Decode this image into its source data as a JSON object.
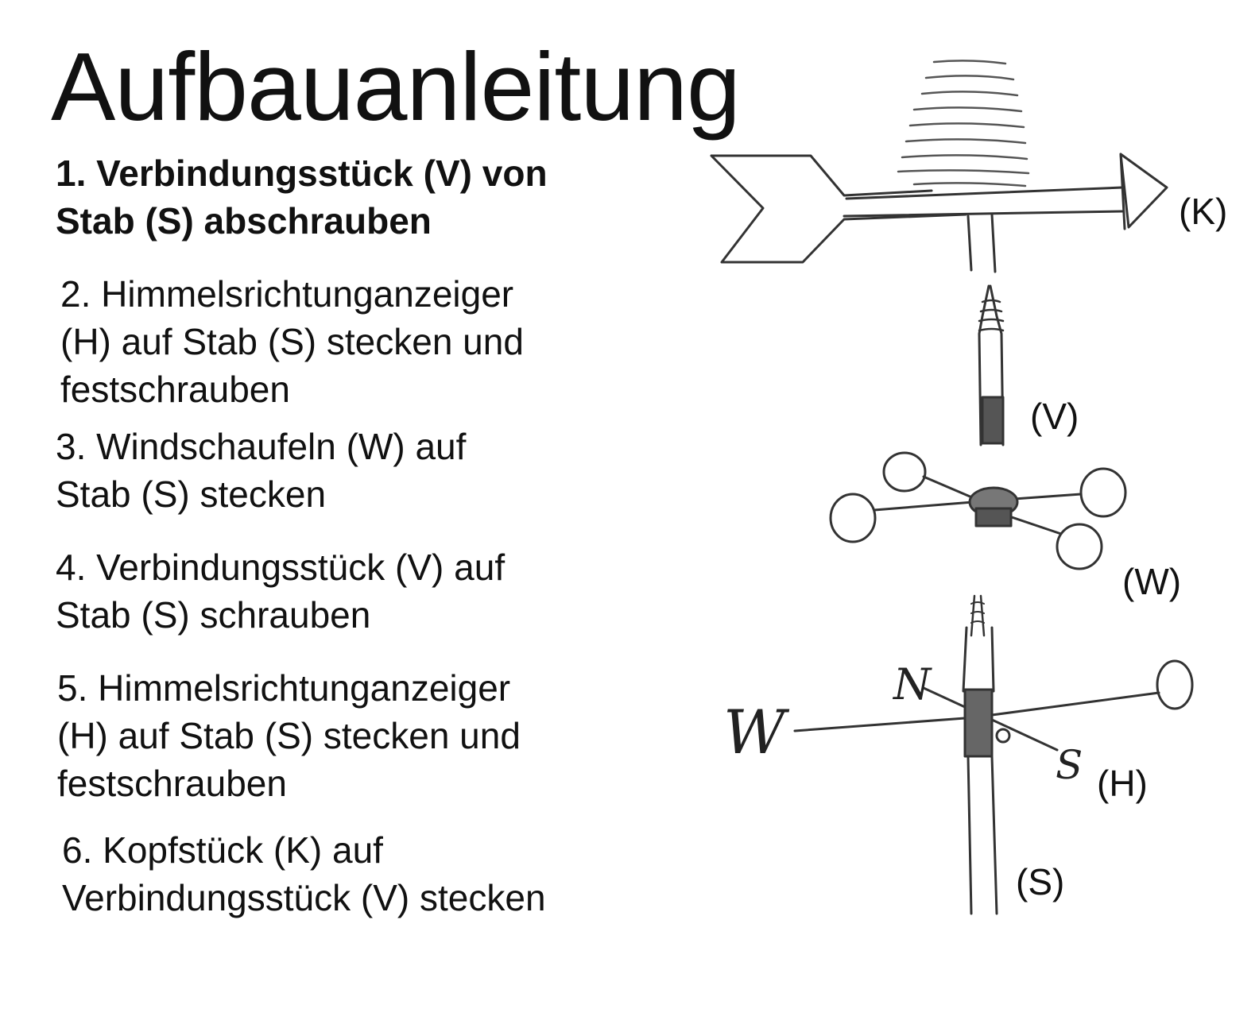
{
  "title": "Aufbauanleitung",
  "steps": [
    {
      "line1": "1. Verbindungsstück (V) von",
      "line2": "Stab (S) abschrauben"
    },
    {
      "line1": "2. Himmelsrichtunganzeiger",
      "line2": "(H) auf Stab (S) stecken und",
      "line3": "festschrauben"
    },
    {
      "line1": "3. Windschaufeln (W) auf",
      "line2": "Stab (S) stecken"
    },
    {
      "line1": "4. Verbindungsstück (V) auf",
      "line2": "Stab (S) schrauben"
    },
    {
      "line1": "5. Himmelsrichtunganzeiger",
      "line2": "(H) auf Stab (S) stecken und",
      "line3": "festschrauben"
    },
    {
      "line1": "6. Kopfstück (K) auf",
      "line2": "Verbindungsstück (V) stecken"
    }
  ],
  "part_labels": {
    "K": "(K)",
    "V": "(V)",
    "W": "(W)",
    "H": "(H)",
    "S": "(S)"
  },
  "compass_letters": {
    "north": "N",
    "west": "W",
    "south": "S"
  }
}
